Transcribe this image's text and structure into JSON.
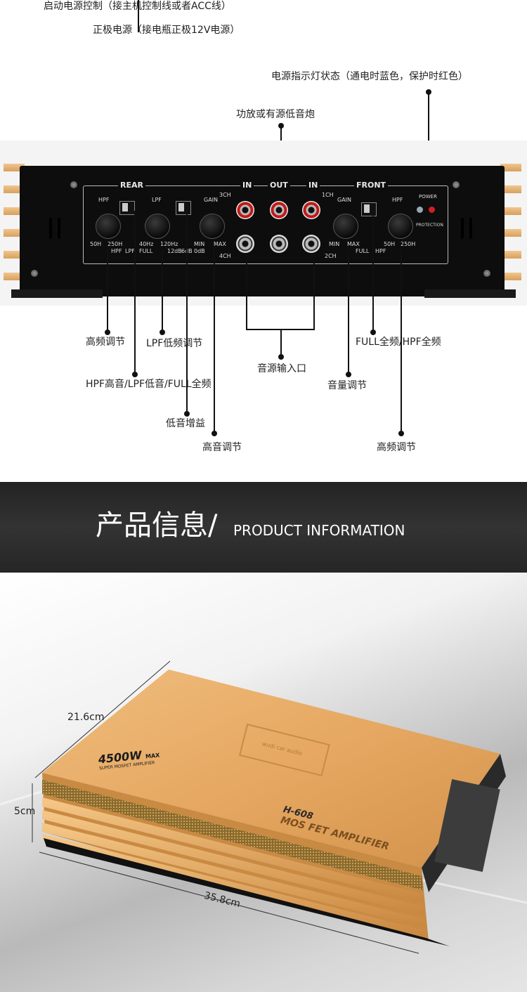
{
  "top_labels": {
    "acc": "启动电源控制（接主机控制线或者ACC线）",
    "plus12v": "正极电源（接电瓶正极12V电源）",
    "power_led": "电源指示灯状态（通电时蓝色，保护时红色）",
    "sub_out": "功放或有源低音炮"
  },
  "panel": {
    "rear": "REAR",
    "front": "FRONT",
    "in_left": "IN",
    "out": "OUT",
    "in_right": "IN",
    "ch3": "3CH",
    "ch4": "4CH",
    "ch1": "1CH",
    "ch2": "2CH",
    "hpf_l": "HPF",
    "f50h_l": "50H",
    "f250h_l": "250H",
    "hpf_sw_l": "HPF",
    "lpf_sw": "LPF",
    "lpf": "LPF",
    "f40hz": "40Hz",
    "f120hz": "120Hz",
    "full_l": "FULL",
    "db12": "12dB",
    "db6": "6dB",
    "db0": "0dB",
    "gain_l": "GAIN",
    "min_l": "MIN",
    "max_l": "MAX",
    "gain_r": "GAIN",
    "min_r": "MIN",
    "max_r": "MAX",
    "full_r": "FULL",
    "hpf_sw_r": "HPF",
    "hpf_r": "HPF",
    "f50h_r": "50H",
    "f250h_r": "250H",
    "power": "POWER",
    "protection": "PROTECTION"
  },
  "bottom_labels": {
    "high_freq_left": "高频调节",
    "lpf_adj": "LPF低频调节",
    "full_hpf": "FULL全频/HPF全频",
    "audio_in": "音源输入口",
    "volume": "音量调节",
    "hpf_lpf_full": "HPF高音/LPF低音/FULL全频",
    "bass_gain": "低音增益",
    "treble": "高音调节",
    "high_freq_right": "高频调节"
  },
  "banner": {
    "title_cn": "产品信息/",
    "title_en": "PRODUCT INFORMATION"
  },
  "product": {
    "dim_depth": "21.6cm",
    "dim_height": "5cm",
    "dim_width": "35.8cm",
    "power_rating": "4500W",
    "power_max": "MAX",
    "subtitle": "SUPER MOSFET AMPLIFIER",
    "model": "H-608",
    "model_desc": "MOS FET AMPLIFIER",
    "logo_text": "wudi car audio"
  },
  "colors": {
    "gold": "#e8a961",
    "banner_bg": "#2b2b2b",
    "led_red": "#d01f1f"
  }
}
